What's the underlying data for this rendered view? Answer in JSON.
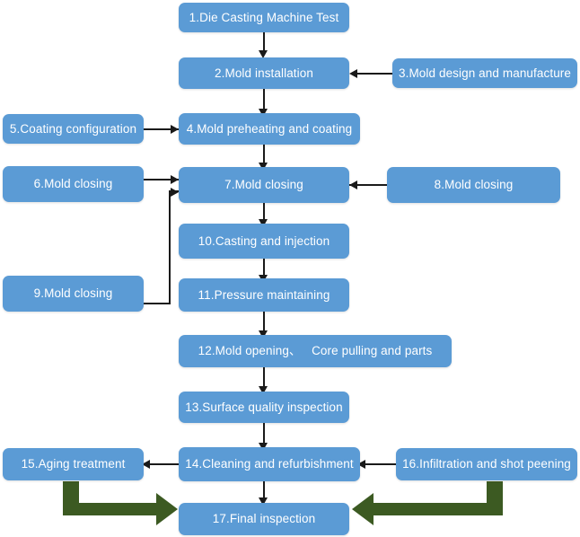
{
  "diagram": {
    "title": "Die Casting Process Flowchart",
    "node_fill": "#5B9BD5",
    "node_text_color": "#FFFFFF",
    "connector_color": "#1A1A1A",
    "highlight_arrow_color": "#3C5A22",
    "background": "#FFFFFF"
  },
  "nodes": [
    {
      "id": "n1",
      "label": "1.Die Casting Machine Test"
    },
    {
      "id": "n2",
      "label": "2.Mold installation"
    },
    {
      "id": "n3",
      "label": "3.Mold design and manufacture"
    },
    {
      "id": "n4",
      "label": "4.Mold preheating and coating"
    },
    {
      "id": "n5",
      "label": "5.Coating configuration"
    },
    {
      "id": "n6",
      "label": "6.Mold closing"
    },
    {
      "id": "n7",
      "label": "7.Mold closing"
    },
    {
      "id": "n8",
      "label": "8.Mold closing"
    },
    {
      "id": "n9",
      "label": "9.Mold closing"
    },
    {
      "id": "n10",
      "label": "10.Casting and injection"
    },
    {
      "id": "n11",
      "label": "11.Pressure maintaining"
    },
    {
      "id": "n12",
      "label": "12.Mold opening、   Core pulling and parts"
    },
    {
      "id": "n13",
      "label": "13.Surface quality inspection"
    },
    {
      "id": "n14",
      "label": "14.Cleaning and refurbishment"
    },
    {
      "id": "n15",
      "label": "15.Aging treatment"
    },
    {
      "id": "n16",
      "label": "16.Infiltration and shot peening"
    },
    {
      "id": "n17",
      "label": "17.Final inspection"
    }
  ],
  "edges": [
    {
      "from": "n1",
      "to": "n2",
      "direction": "down"
    },
    {
      "from": "n3",
      "to": "n2",
      "direction": "left"
    },
    {
      "from": "n2",
      "to": "n4",
      "direction": "down"
    },
    {
      "from": "n5",
      "to": "n4",
      "direction": "right"
    },
    {
      "from": "n4",
      "to": "n7",
      "direction": "down"
    },
    {
      "from": "n6",
      "to": "n7",
      "direction": "right"
    },
    {
      "from": "n8",
      "to": "n7",
      "direction": "left"
    },
    {
      "from": "n9",
      "to": "n7",
      "direction": "elbow-right-up-right"
    },
    {
      "from": "n7",
      "to": "n10",
      "direction": "down"
    },
    {
      "from": "n10",
      "to": "n11",
      "direction": "down"
    },
    {
      "from": "n11",
      "to": "n12",
      "direction": "down"
    },
    {
      "from": "n12",
      "to": "n13",
      "direction": "down"
    },
    {
      "from": "n13",
      "to": "n14",
      "direction": "down"
    },
    {
      "from": "n14",
      "to": "n15",
      "direction": "left"
    },
    {
      "from": "n16",
      "to": "n14",
      "direction": "left"
    },
    {
      "from": "n14",
      "to": "n17",
      "direction": "down"
    },
    {
      "from": "n15",
      "to": "n17",
      "direction": "green-elbow-down-right"
    },
    {
      "from": "n16",
      "to": "n17",
      "direction": "green-elbow-down-left"
    }
  ]
}
